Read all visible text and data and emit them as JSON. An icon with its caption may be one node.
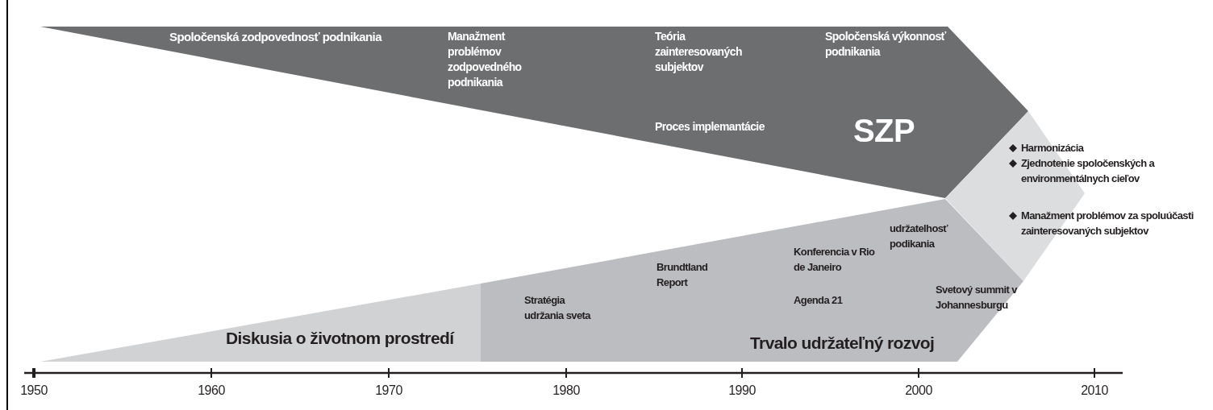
{
  "diagram": {
    "nodes": [
      {
        "text": [
          "Spoločenská zodpovednosť podnikania",
          "Manažment problémov zodpovedného podnikania",
          "Teória zainteresovaných subjektov",
          "Proces implemantácie",
          "Spoločenská výkonnosť podnikania",
          "SZP"
        ]
      },
      {
        "text": [
          "Diskusia o životnom prostredí"
        ]
      },
      {
        "text": [
          "Stratégia udržania sveta",
          "Brundtland Report",
          "Konferencia v Rio de Janeiro",
          "Agenda 21",
          "udržatelhosť podikania",
          "Svetový summit v Johannesburgu",
          "Trvalo udržateľný rozvoj"
        ]
      },
      {
        "text": [
          "Harmonizácia",
          "Zjednotenie spoločenských a environmentálnych cieľov",
          "Manažment problémov za spoluúčasti zainteresovaných subjektov"
        ]
      }
    ],
    "labels": [
      "1950",
      "1960",
      "1970",
      "1980",
      "1990",
      "2000",
      "2010"
    ]
  }
}
